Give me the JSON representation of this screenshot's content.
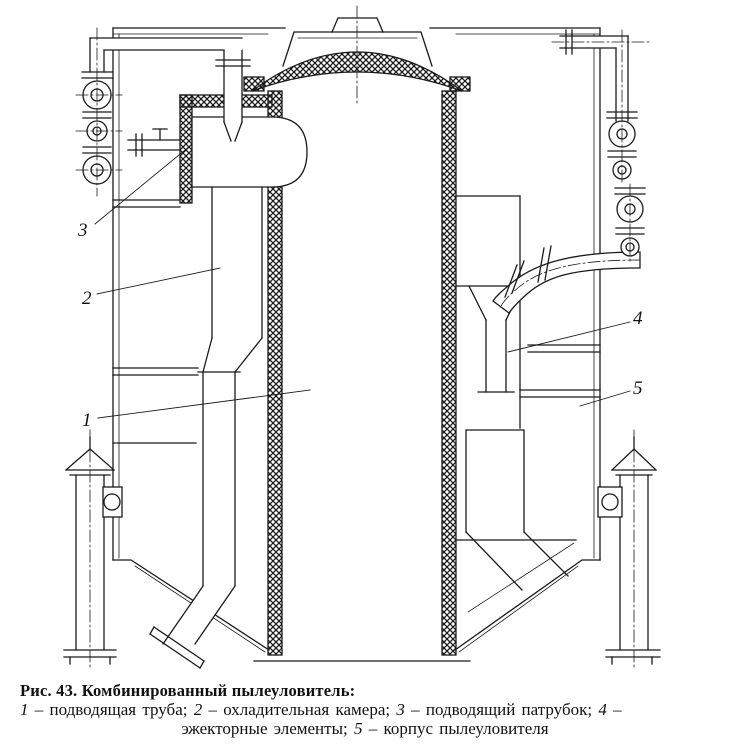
{
  "figure": {
    "part_labels": {
      "supply_pipe": "1",
      "cooling_chamber": "2",
      "inlet_nozzle": "3",
      "ejector_elements": "4",
      "collector_body": "5"
    },
    "caption": {
      "title": "Рис. 43. Комбинированный пылеуловитель:",
      "items": {
        "n1": "1",
        "t1": " – подводящая труба; ",
        "n2": "2",
        "t2": " – охладительная камера; ",
        "n3": "3",
        "t3": " – подводящий патрубок; ",
        "n4": "4",
        "t4": " –",
        "pre5": "эжекторные элементы; ",
        "n5": "5",
        "t5": " – корпус пылеуловителя"
      }
    }
  }
}
